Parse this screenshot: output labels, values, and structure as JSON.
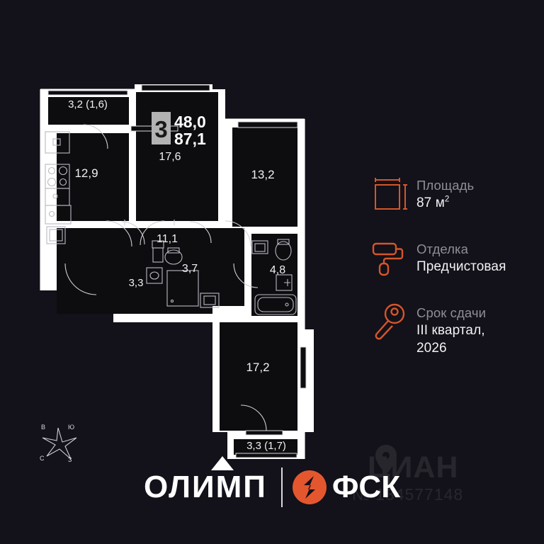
{
  "plan": {
    "badge_rooms": "3",
    "area_living": "48,0",
    "area_total": "87,1",
    "rooms": [
      {
        "name": "balcony-top-left",
        "label": "3,2 (1,6)"
      },
      {
        "name": "kitchen",
        "label": "12,9"
      },
      {
        "name": "living-room",
        "label": "17,6"
      },
      {
        "name": "bedroom-right",
        "label": "13,2"
      },
      {
        "name": "corridor",
        "label": "11,1"
      },
      {
        "name": "wardrobe",
        "label": "3,3"
      },
      {
        "name": "wc",
        "label": "3,7"
      },
      {
        "name": "bathroom",
        "label": "4,8"
      },
      {
        "name": "bedroom-bottom",
        "label": "17,2"
      },
      {
        "name": "balcony-bottom",
        "label": "3,3 (1,7)"
      }
    ],
    "compass": {
      "north": "С",
      "south": "Ю",
      "east": "В",
      "west": "З"
    }
  },
  "legend": {
    "items": [
      {
        "icon": "area-icon",
        "label": "Площадь",
        "value": "87 м",
        "sup": "2"
      },
      {
        "icon": "paint-roller-icon",
        "label": "Отделка",
        "value": "Предчистовая",
        "sup": ""
      },
      {
        "icon": "key-icon",
        "label": "Срок сдачи",
        "value": "III квартал,",
        "value2": "2026",
        "sup": ""
      }
    ]
  },
  "brand": {
    "olimp": "ОЛИМП",
    "fsk": "ФСК"
  },
  "watermark": {
    "big": "ЦИАН",
    "small": "№ 134577148"
  },
  "colors": {
    "background": "#131119",
    "wall": "#ffffff",
    "room_fill": "#0d0d10",
    "accent": "#d4562a",
    "badge_bg": "#b3b3b3",
    "label_gray": "#8e8e99"
  }
}
